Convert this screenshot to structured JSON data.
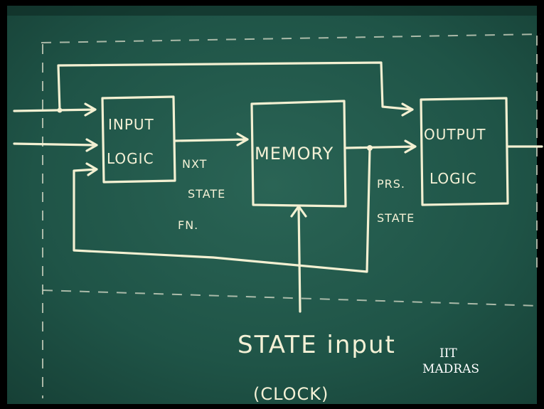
{
  "blocks": {
    "input_logic": [
      "INPUT",
      "LOGIC"
    ],
    "memory": "MEMORY",
    "output_logic": [
      "OUTPUT",
      "LOGIC"
    ]
  },
  "labels": {
    "next_state": [
      "NXT",
      "STATE",
      "FN."
    ],
    "present_state": [
      "PRS.",
      "STATE"
    ],
    "state_input": "STATE input",
    "clock": "(CLOCK)"
  },
  "watermark": [
    "IIT",
    "MADRAS"
  ],
  "colors": {
    "board": "#1f5447",
    "chalk": "#f3f0d2",
    "frame": "#000000"
  }
}
